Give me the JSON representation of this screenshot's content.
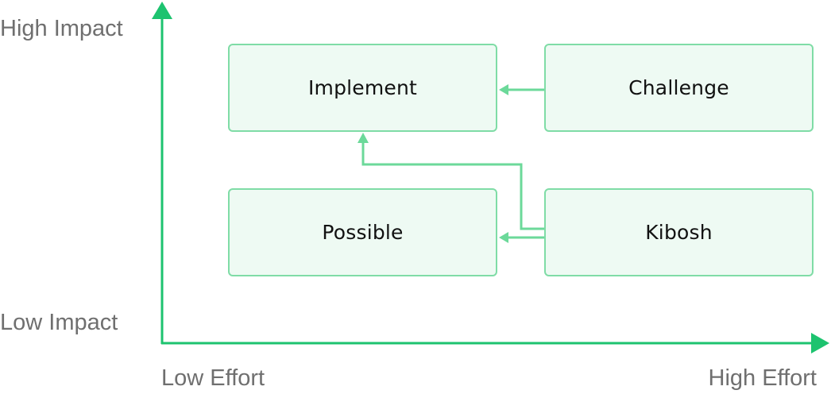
{
  "axes": {
    "y_high": "High Impact",
    "y_low": "Low Impact",
    "x_low": "Low Effort",
    "x_high": "High Effort"
  },
  "quadrants": {
    "implement": "Implement",
    "challenge": "Challenge",
    "possible": "Possible",
    "kibosh": "Kibosh"
  },
  "colors": {
    "axis": "#1dc36f",
    "box_fill": "#eefaf3",
    "box_border": "#7fdca6",
    "connector": "#6cd99a",
    "axis_label": "#6f6f6f"
  }
}
